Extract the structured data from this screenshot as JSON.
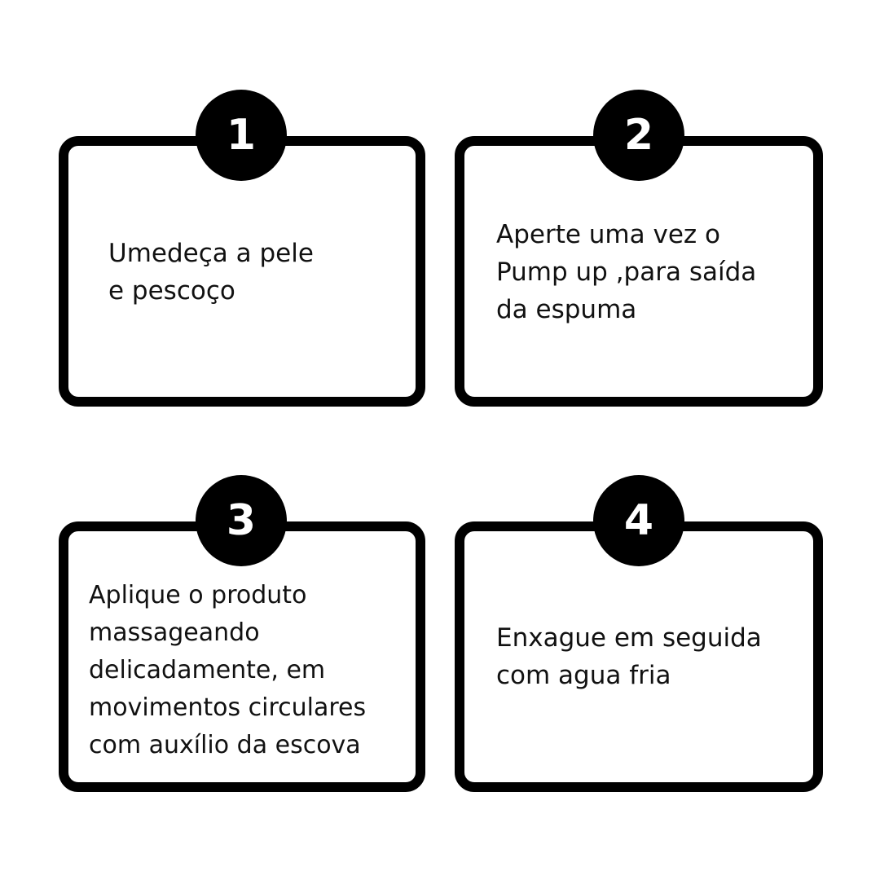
{
  "steps": [
    {
      "number": "1",
      "lines": [
        "Umedeça a pele",
        "e pescoço"
      ]
    },
    {
      "number": "2",
      "lines": [
        "Aperte uma vez o",
        "Pump up ,para saída",
        "da espuma"
      ]
    },
    {
      "number": "3",
      "lines": [
        "Aplique o produto",
        "massageando",
        "delicadamente, em",
        "movimentos circulares",
        "com auxílio da escova"
      ]
    },
    {
      "number": "4",
      "lines": [
        "Enxague em seguida",
        "com agua fria"
      ]
    }
  ],
  "colors": {
    "border": "#000000",
    "badge": "#000000",
    "badge_text": "#ffffff",
    "text": "#111111",
    "background": "#ffffff"
  }
}
